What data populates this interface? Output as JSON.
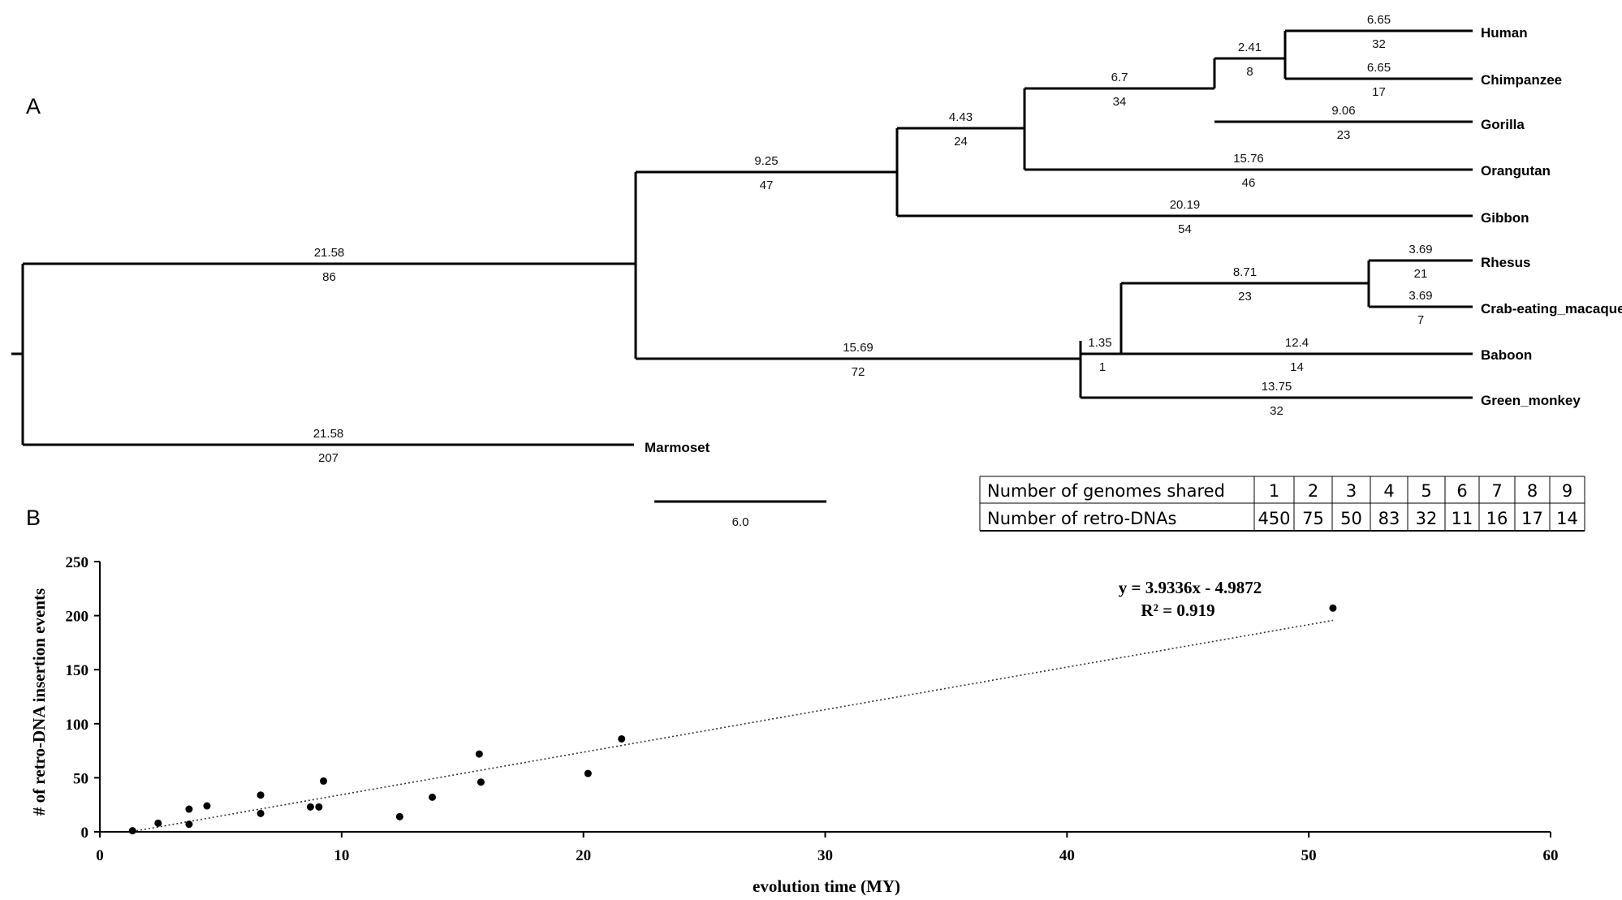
{
  "panel_labels": {
    "a": "A",
    "b": "B"
  },
  "tree": {
    "scale_bar_label": "6.0",
    "branches": [
      {
        "top": "21.58",
        "bottom": "86"
      },
      {
        "top": "21.58",
        "bottom": "207"
      },
      {
        "top": "9.25",
        "bottom": "47"
      },
      {
        "top": "15.69",
        "bottom": "72"
      },
      {
        "top": "4.43",
        "bottom": "24"
      },
      {
        "top": "20.19",
        "bottom": "54"
      },
      {
        "top": "6.7",
        "bottom": "34"
      },
      {
        "top": "15.76",
        "bottom": "46"
      },
      {
        "top": "2.41",
        "bottom": "8"
      },
      {
        "top": "9.06",
        "bottom": "23"
      },
      {
        "top": "6.65",
        "bottom": "32"
      },
      {
        "top": "6.65",
        "bottom": "17"
      },
      {
        "top": "1.35",
        "bottom": "1"
      },
      {
        "top": "13.75",
        "bottom": "32"
      },
      {
        "top": "8.71",
        "bottom": "23"
      },
      {
        "top": "12.4",
        "bottom": "14"
      },
      {
        "top": "3.69",
        "bottom": "21"
      },
      {
        "top": "3.69",
        "bottom": "7"
      }
    ],
    "taxa": [
      "Human",
      "Chimpanzee",
      "Gorilla",
      "Orangutan",
      "Gibbon",
      "Rhesus",
      "Crab-eating_macaque",
      "Baboon",
      "Green_monkey",
      "Marmoset"
    ]
  },
  "table": {
    "row1_header": "Number of genomes shared",
    "row2_header": "Number of retro-DNAs",
    "genomes_shared": [
      "1",
      "2",
      "3",
      "4",
      "5",
      "6",
      "7",
      "8",
      "9"
    ],
    "retro_dnas": [
      "450",
      "75",
      "50",
      "83",
      "32",
      "11",
      "16",
      "17",
      "14"
    ]
  },
  "chart_data": {
    "type": "scatter",
    "xlabel": "evolution time (MY)",
    "ylabel": "# of retro-DNA insertion events",
    "xlim": [
      0,
      60
    ],
    "ylim": [
      0,
      250
    ],
    "xticks": [
      "0",
      "10",
      "20",
      "30",
      "40",
      "50",
      "60"
    ],
    "yticks": [
      "0",
      "50",
      "100",
      "150",
      "200",
      "250"
    ],
    "points": [
      {
        "x": 1.35,
        "y": 1
      },
      {
        "x": 2.41,
        "y": 8
      },
      {
        "x": 3.69,
        "y": 21
      },
      {
        "x": 3.69,
        "y": 7
      },
      {
        "x": 4.43,
        "y": 24
      },
      {
        "x": 6.65,
        "y": 34
      },
      {
        "x": 6.65,
        "y": 17
      },
      {
        "x": 8.71,
        "y": 23
      },
      {
        "x": 9.06,
        "y": 23
      },
      {
        "x": 9.25,
        "y": 47
      },
      {
        "x": 12.4,
        "y": 14
      },
      {
        "x": 13.75,
        "y": 32
      },
      {
        "x": 15.69,
        "y": 72
      },
      {
        "x": 15.76,
        "y": 46
      },
      {
        "x": 20.19,
        "y": 54
      },
      {
        "x": 21.58,
        "y": 86
      },
      {
        "x": 51.0,
        "y": 207
      }
    ],
    "trendline": {
      "slope": 3.9336,
      "intercept": -4.9872,
      "x_range": [
        1.35,
        51.0
      ],
      "equation": "y = 3.9336x - 4.9872",
      "r_squared": "R² = 0.919"
    },
    "grid": false
  }
}
